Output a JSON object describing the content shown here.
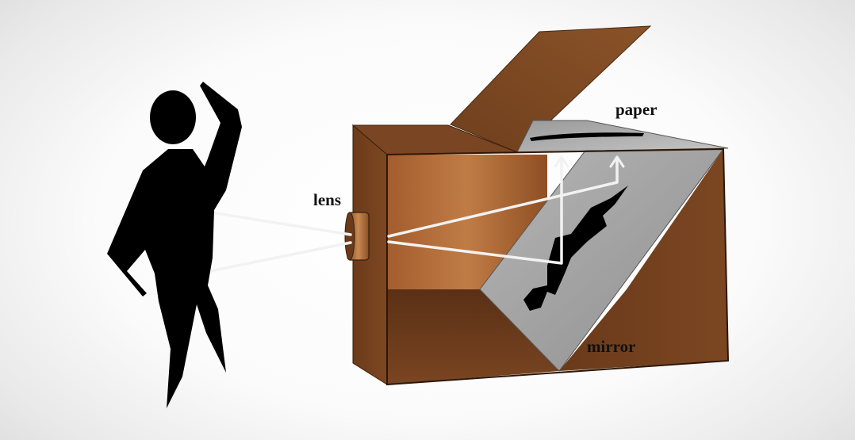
{
  "labels": {
    "lens": "lens",
    "paper": "paper",
    "mirror": "mirror"
  },
  "colors": {
    "wood_light": "#b26a3a",
    "wood_dark": "#6a3c1c",
    "mirror_gray": "#a9a9a9",
    "silhouette": "#000000",
    "light_ray": "#f2f2f2"
  }
}
